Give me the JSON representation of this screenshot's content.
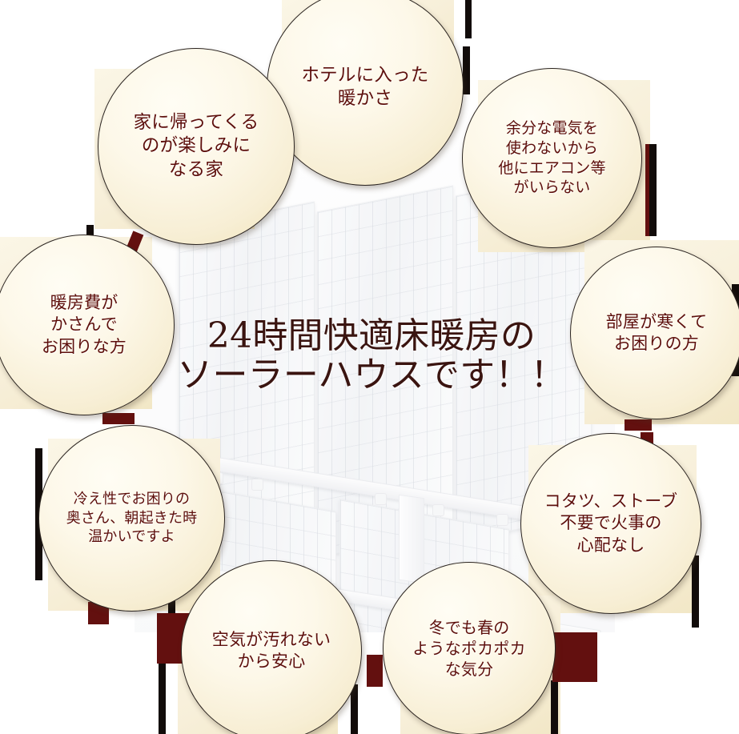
{
  "headline": {
    "line1": "24時間快適床暖房の",
    "line2": "ソーラーハウスです！！",
    "text": "24時間快適床暖房の\nソーラーハウスです！！"
  },
  "background": {
    "subject": "solar-panel-roof-photo",
    "description": "白くフェードした太陽光パネル屋根の写真"
  },
  "colors": {
    "bubble_fill_light": "#fffdf4",
    "bubble_fill_dark": "#efe2b6",
    "bubble_border": "#2b2420",
    "bubble_text": "#5d0f0c",
    "headline_text": "#3a1410",
    "card_fill": "#f7efd9",
    "tick_dark": "#120c0a",
    "tick_red": "#63100f",
    "page_background": "#ffffff"
  },
  "bubbles": [
    {
      "id": "top",
      "position": "top-center",
      "text": "ホテルに入った\n暖かさ",
      "lines": [
        "ホテルに入った",
        "暖かさ"
      ]
    },
    {
      "id": "topleft",
      "position": "top-left",
      "text": "家に帰ってくる\nのが楽しみに\nなる家",
      "lines": [
        "家に帰ってくる",
        "のが楽しみに",
        "なる家"
      ]
    },
    {
      "id": "topright",
      "position": "top-right",
      "text": "余分な電気を\n使わないから\n他にエアコン等\nがいらない",
      "lines": [
        "余分な電気を",
        "使わないから",
        "他にエアコン等",
        "がいらない"
      ]
    },
    {
      "id": "right",
      "position": "right",
      "text": "部屋が寒くて\nお困りの方",
      "lines": [
        "部屋が寒くて",
        "お困りの方"
      ]
    },
    {
      "id": "rightlow",
      "position": "right-lower",
      "text": "コタツ、ストーブ\n不要で火事の\n心配なし",
      "lines": [
        "コタツ、ストーブ",
        "不要で火事の",
        "心配なし"
      ]
    },
    {
      "id": "bottomright",
      "position": "bottom-right",
      "text": "冬でも春の\nようなポカポカ\nな気分",
      "lines": [
        "冬でも春の",
        "ようなポカポカ",
        "な気分"
      ]
    },
    {
      "id": "bottomleft",
      "position": "bottom-left",
      "text": "空気が汚れない\nから安心",
      "lines": [
        "空気が汚れない",
        "から安心"
      ]
    },
    {
      "id": "leftlow",
      "position": "left-lower",
      "text": "冷え性でお困りの\n奥さん、朝起きた時\n温かいですよ",
      "lines": [
        "冷え性でお困りの",
        "奥さん、朝起きた時",
        "温かいですよ"
      ]
    },
    {
      "id": "left",
      "position": "left",
      "text": "暖房費が\nかさんで\nお困りな方",
      "lines": [
        "暖房費が",
        "かさんで",
        "お困りな方"
      ]
    }
  ]
}
